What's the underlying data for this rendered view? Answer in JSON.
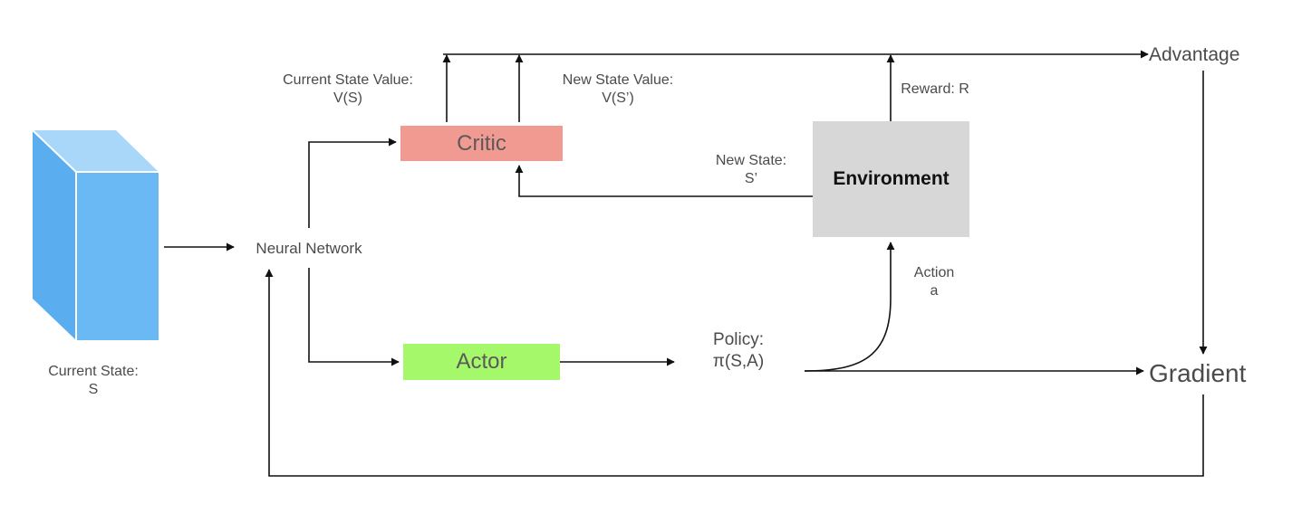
{
  "diagram": {
    "nodes": {
      "critic": "Critic",
      "actor": "Actor",
      "environment": "Environment",
      "neural_network": "Neural Network",
      "advantage": "Advantage",
      "gradient": "Gradient"
    },
    "labels": {
      "current_state_line1": "Current State:",
      "current_state_line2": "S",
      "current_state_value_line1": "Current State Value:",
      "current_state_value_line2": "V(S)",
      "new_state_value_line1": "New State Value:",
      "new_state_value_line2": "V(S’)",
      "reward": "Reward: R",
      "new_state_line1": "New State:",
      "new_state_line2": "S’",
      "action_line1": "Action",
      "action_line2": "a",
      "policy_line1": "Policy:",
      "policy_line2": "π(S,A)"
    },
    "colors": {
      "state_cube": "#6ab9f5",
      "critic": "#f19a92",
      "actor": "#a6f86b",
      "environment": "#d7d7d7",
      "lines": "#111111"
    },
    "icons": {
      "state": "state-cube-icon"
    }
  }
}
